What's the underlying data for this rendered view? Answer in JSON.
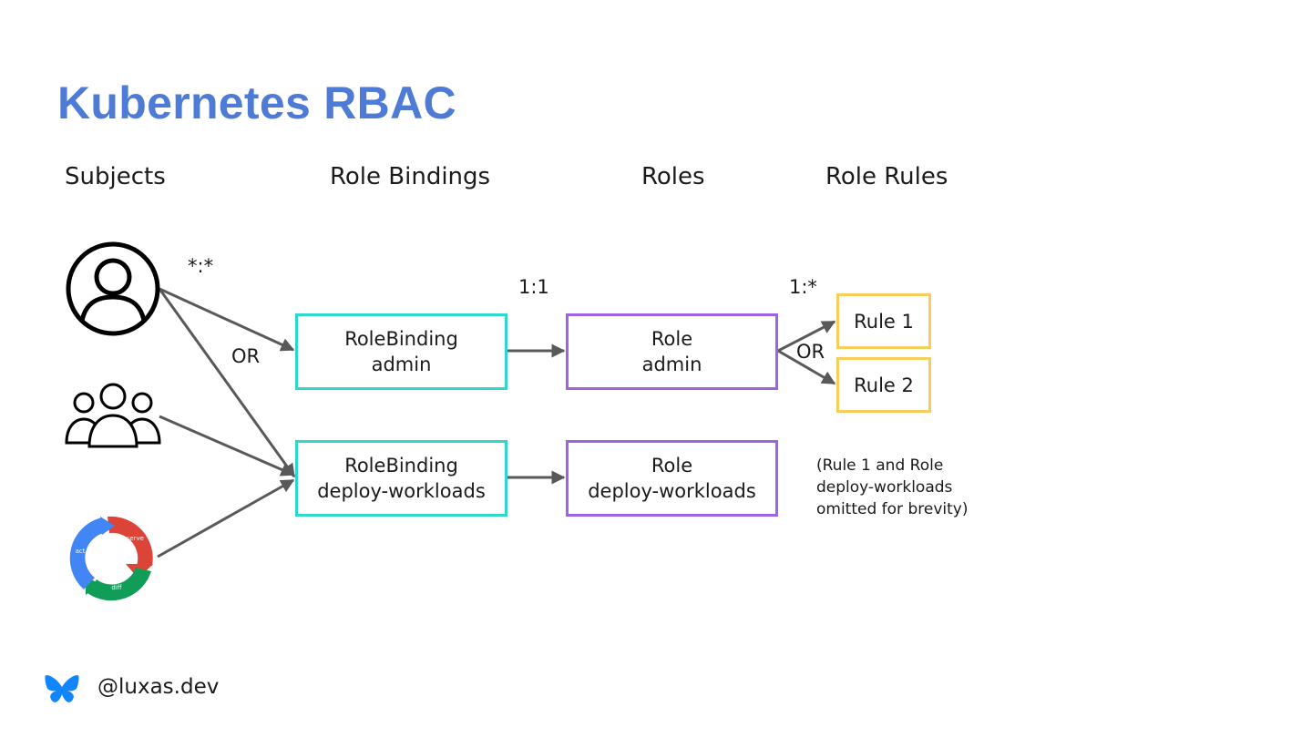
{
  "title": "Kubernetes RBAC",
  "headers": {
    "subjects": "Subjects",
    "role_bindings": "Role Bindings",
    "roles": "Roles",
    "role_rules": "Role Rules"
  },
  "subjects": [
    {
      "icon": "user-icon"
    },
    {
      "icon": "group-icon"
    },
    {
      "icon": "reconcile-loop-icon",
      "segments": [
        "observe",
        "diff",
        "act"
      ]
    }
  ],
  "cardinality": {
    "subject_to_binding": "*:*",
    "binding_to_role": "1:1",
    "role_to_rule": "1:*",
    "or_subjects": "OR",
    "or_rules": "OR"
  },
  "role_bindings": [
    {
      "line1": "RoleBinding",
      "line2": "admin"
    },
    {
      "line1": "RoleBinding",
      "line2": "deploy-workloads"
    }
  ],
  "roles": [
    {
      "line1": "Role",
      "line2": "admin"
    },
    {
      "line1": "Role",
      "line2": "deploy-workloads"
    }
  ],
  "rules": [
    "Rule 1",
    "Rule 2"
  ],
  "note": [
    "(Rule 1 and Role",
    "deploy-workloads",
    "omitted for brevity)"
  ],
  "footer": {
    "icon": "butterfly-icon",
    "handle": "@luxas.dev"
  },
  "colors": {
    "title": "#4e7bd6",
    "binding_border": "#2ed7c9",
    "role_border": "#9d63e4",
    "rule_border": "#f7cd5c",
    "arrow": "#595959",
    "bluesky": "#1185fe",
    "loop_red": "#db4437",
    "loop_green": "#0f9d58",
    "loop_blue": "#4285f4"
  }
}
